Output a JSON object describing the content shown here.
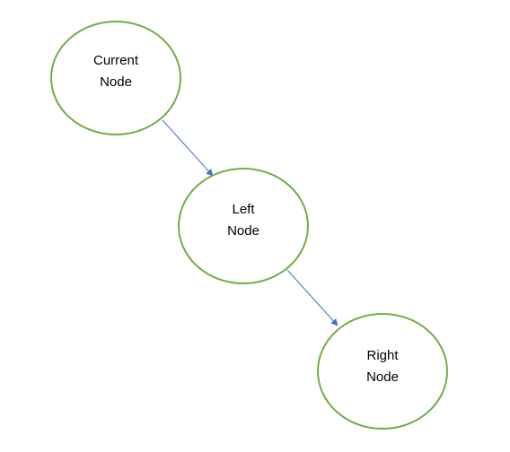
{
  "diagram": {
    "nodes": [
      {
        "id": "current",
        "lines": [
          "Current",
          "Node"
        ]
      },
      {
        "id": "left",
        "lines": [
          "Left",
          "Node"
        ]
      },
      {
        "id": "right",
        "lines": [
          "Right",
          "Node"
        ]
      }
    ],
    "edges": [
      {
        "from": "current",
        "to": "left"
      },
      {
        "from": "left",
        "to": "right"
      }
    ],
    "colors": {
      "node_stroke": "#70AD47",
      "node_fill": "#FFFFFF",
      "edge": "#4472C4",
      "text": "#000000"
    }
  }
}
